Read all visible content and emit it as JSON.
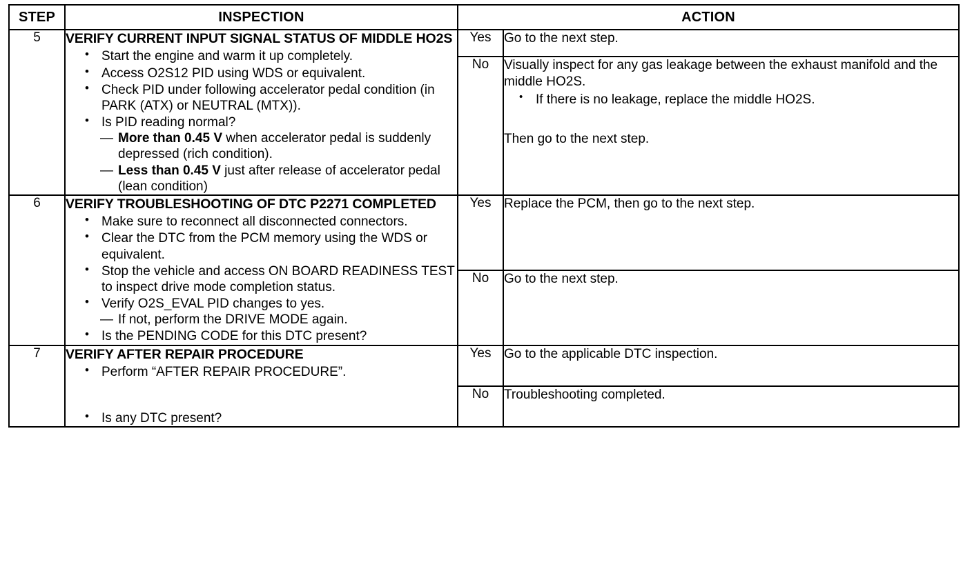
{
  "table": {
    "headers": {
      "step": "STEP",
      "inspection": "INSPECTION",
      "action": "ACTION"
    },
    "yes_label": "Yes",
    "no_label": "No",
    "rows": [
      {
        "step": "5",
        "inspection": {
          "title": "VERIFY CURRENT INPUT SIGNAL STATUS OF MIDDLE HO2S",
          "bullets": [
            "Start the engine and warm it up completely.",
            " Access O2S12 PID using WDS or equivalent.",
            "Check PID under following accelerator pedal condition (in PARK (ATX) or NEUTRAL (MTX)).",
            "Is PID reading normal?"
          ],
          "dashes": [
            {
              "bold": "More than 0.45 V",
              "rest": " when accelerator pedal is suddenly depressed (rich condition)."
            },
            {
              "bold": "Less than 0.45 V",
              "rest": " just after release of accelerator pedal (lean condition)"
            }
          ]
        },
        "yes_action": "Go to the next step.",
        "no_action": {
          "text": "Visually inspect for any gas leakage between the exhaust manifold and the middle HO2S.",
          "bullets": [
            "If there is no leakage, replace the middle HO2S."
          ],
          "footer": "Then go to the next step."
        }
      },
      {
        "step": "6",
        "inspection": {
          "title": "VERIFY TROUBLESHOOTING OF DTC P2271 COMPLETED",
          "bullets": [
            "Make sure to reconnect all disconnected connectors.",
            "Clear the DTC from the PCM memory using the WDS or equivalent.",
            "Stop the vehicle and access ON BOARD READINESS TEST to inspect drive mode completion status.",
            "Verify O2S_EVAL PID changes to yes."
          ],
          "sub_dash": "If not, perform the DRIVE MODE again.",
          "last_bullet": "Is the PENDING CODE for this DTC present?"
        },
        "yes_action": "Replace the PCM, then go to the next step.",
        "no_action": {
          "text": "Go to the next step."
        }
      },
      {
        "step": "7",
        "inspection": {
          "title": "VERIFY AFTER REPAIR PROCEDURE",
          "bullets": [
            "Perform “AFTER REPAIR PROCEDURE”."
          ],
          "last_bullet": "Is any DTC present?"
        },
        "yes_action": "Go to the applicable DTC inspection.",
        "no_action": {
          "text": "Troubleshooting completed."
        }
      }
    ]
  }
}
